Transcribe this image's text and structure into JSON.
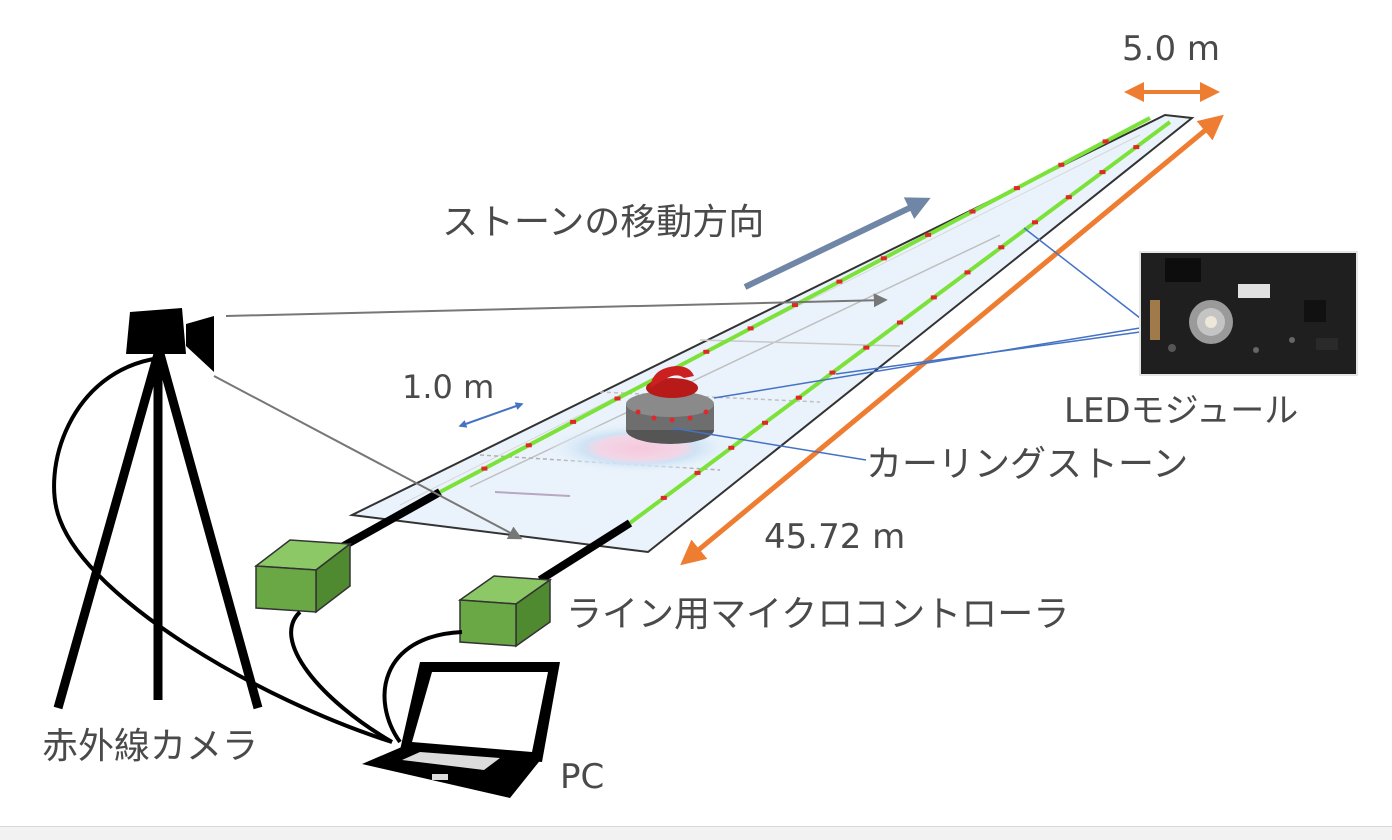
{
  "labels": {
    "width_top": "5.0 m",
    "stone_direction": "ストーンの移動方向",
    "lane_spacing": "1.0 m",
    "led_module": "LEDモジュール",
    "curling_stone": "カーリングストーン",
    "sheet_length": "45.72 m",
    "line_controller": "ライン用マイクロコントローラ",
    "ir_camera": "赤外線カメラ",
    "pc": "PC"
  },
  "colors": {
    "accent_orange": "#ee7d31",
    "arrow_blue_gray": "#6f86a6",
    "led_green": "#7ce23a",
    "led_red": "#e0282b",
    "controller_green": "#6aa845",
    "leader_blue": "#4472c4",
    "ice": "#eaf3fb",
    "stone_red": "#cc1f1f"
  }
}
